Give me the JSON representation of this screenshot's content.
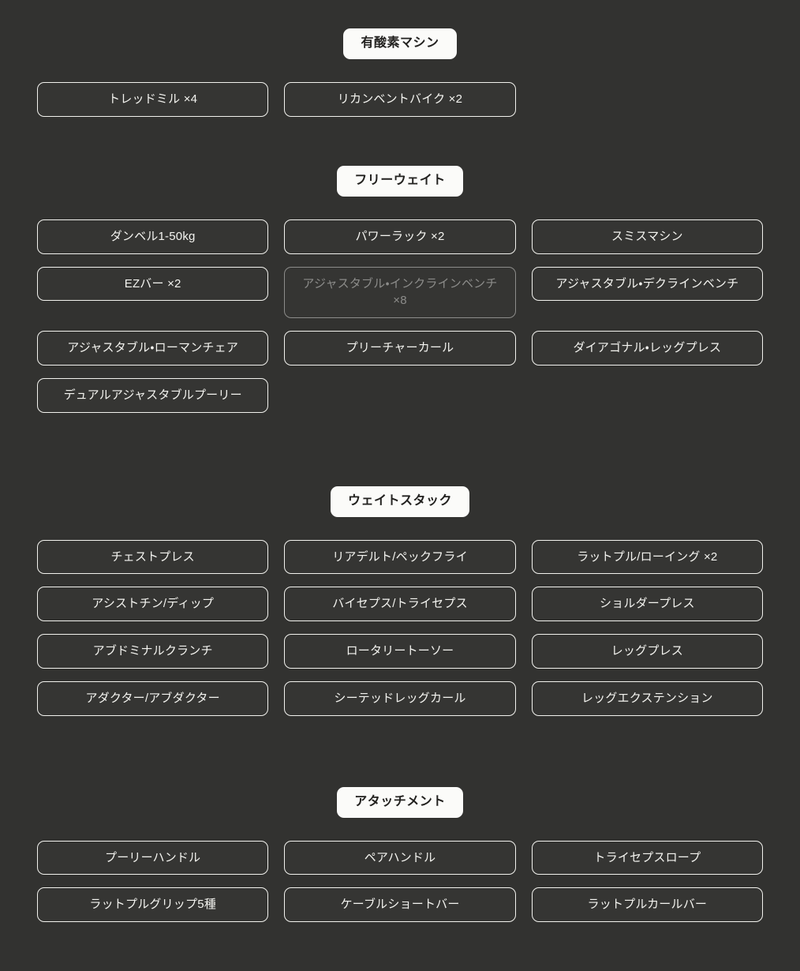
{
  "theme": {
    "background": "#323230",
    "item_fill": "#353533",
    "item_border": "#f2f2ee",
    "item_text": "#f4f4f0",
    "pill_background": "#fbfbf9",
    "pill_text": "#22211f",
    "dim_text": "#8c8c8a"
  },
  "sections": [
    {
      "id": "cardio",
      "title": "有酸素マシン",
      "items": [
        {
          "label": "トレッドミル ×4",
          "dim": false
        },
        {
          "label": "リカンベントバイク ×2",
          "dim": false
        }
      ]
    },
    {
      "id": "free-weight",
      "title": "フリーウェイト",
      "items": [
        {
          "label": "ダンベル1-50kg",
          "dim": false
        },
        {
          "label": "パワーラック ×2",
          "dim": false
        },
        {
          "label": "スミスマシン",
          "dim": false
        },
        {
          "label": "EZバー ×2",
          "dim": false
        },
        {
          "label": "アジャスタブル・インクラインベンチ ×8",
          "dim": true
        },
        {
          "label": "アジャスタブル・デクラインベンチ",
          "dim": false
        },
        {
          "label": "アジャスタブル・ローマンチェア",
          "dim": false
        },
        {
          "label": "プリーチャーカール",
          "dim": false
        },
        {
          "label": "ダイアゴナル・レッグプレス",
          "dim": false
        },
        {
          "label": "デュアルアジャスタブルプーリー",
          "dim": false
        }
      ]
    },
    {
      "id": "weight-stack",
      "title": "ウェイトスタック",
      "items": [
        {
          "label": "チェストプレス",
          "dim": false
        },
        {
          "label": "リアデルト/ペックフライ",
          "dim": false
        },
        {
          "label": "ラットプル/ローイング ×2",
          "dim": false
        },
        {
          "label": "アシストチン/ディップ",
          "dim": false
        },
        {
          "label": "バイセプス/トライセプス",
          "dim": false
        },
        {
          "label": "ショルダープレス",
          "dim": false
        },
        {
          "label": "アブドミナルクランチ",
          "dim": false
        },
        {
          "label": "ロータリートーソー",
          "dim": false
        },
        {
          "label": "レッグプレス",
          "dim": false
        },
        {
          "label": "アダクター/アブダクター",
          "dim": false
        },
        {
          "label": "シーテッドレッグカール",
          "dim": false
        },
        {
          "label": "レッグエクステンション",
          "dim": false
        }
      ]
    },
    {
      "id": "attachment",
      "title": "アタッチメント",
      "items": [
        {
          "label": "プーリーハンドル",
          "dim": false
        },
        {
          "label": "ペアハンドル",
          "dim": false
        },
        {
          "label": "トライセプスロープ",
          "dim": false
        },
        {
          "label": "ラットプルグリップ5種",
          "dim": false
        },
        {
          "label": "ケーブルショートバー",
          "dim": false
        },
        {
          "label": "ラットプルカールバー",
          "dim": false
        }
      ]
    }
  ]
}
